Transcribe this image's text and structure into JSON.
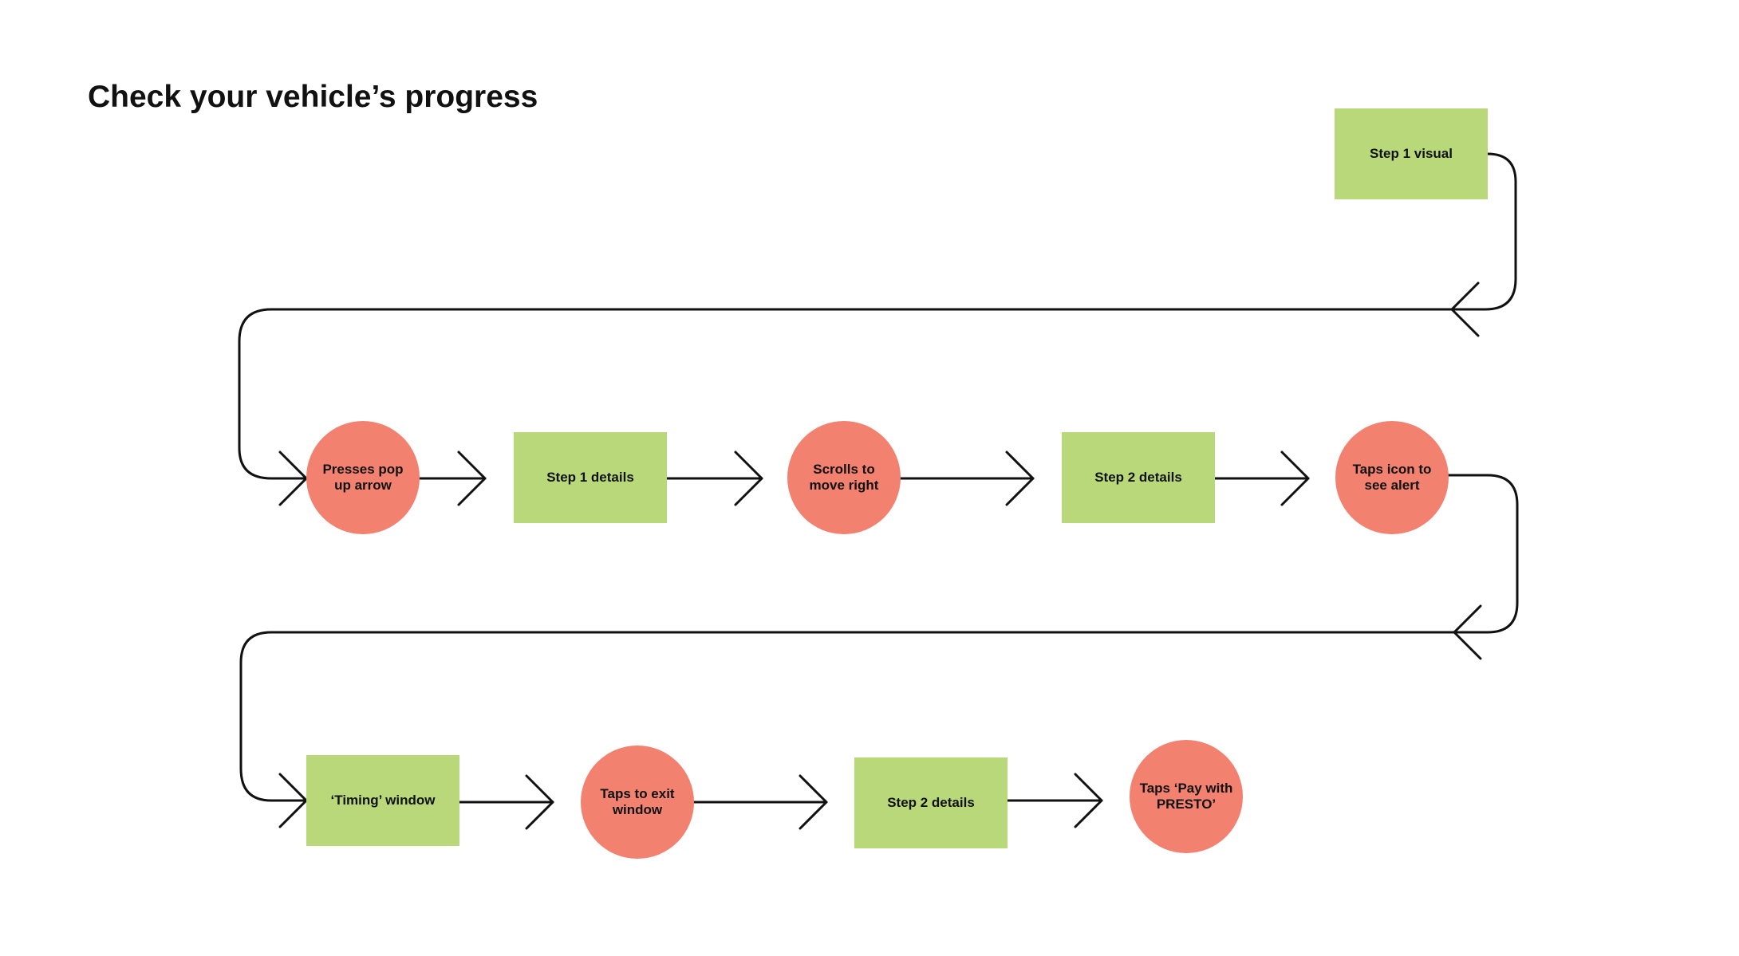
{
  "title": "Check your vehicle’s progress",
  "colors": {
    "screen_fill": "#b9d87a",
    "action_fill": "#f28170",
    "connector": "#111111",
    "background": "#ffffff"
  },
  "nodes": [
    {
      "id": "step1-visual",
      "shape": "rect",
      "label": "Step 1 visual"
    },
    {
      "id": "presses-popup",
      "shape": "circle",
      "label": "Presses pop up arrow"
    },
    {
      "id": "step1-details",
      "shape": "rect",
      "label": "Step 1 details"
    },
    {
      "id": "scrolls-right",
      "shape": "circle",
      "label": "Scrolls to move right"
    },
    {
      "id": "step2-details-a",
      "shape": "rect",
      "label": "Step 2 details"
    },
    {
      "id": "taps-icon-alert",
      "shape": "circle",
      "label": "Taps icon to see alert"
    },
    {
      "id": "timing-window",
      "shape": "rect",
      "label": "‘Timing’ window"
    },
    {
      "id": "taps-exit",
      "shape": "circle",
      "label": "Taps to exit window"
    },
    {
      "id": "step2-details-b",
      "shape": "rect",
      "label": "Step 2 details"
    },
    {
      "id": "taps-pay-presto",
      "shape": "circle",
      "label": "Taps ‘Pay with PRESTO’"
    }
  ],
  "edges": [
    [
      "step1-visual",
      "presses-popup"
    ],
    [
      "presses-popup",
      "step1-details"
    ],
    [
      "step1-details",
      "scrolls-right"
    ],
    [
      "scrolls-right",
      "step2-details-a"
    ],
    [
      "step2-details-a",
      "taps-icon-alert"
    ],
    [
      "taps-icon-alert",
      "timing-window"
    ],
    [
      "timing-window",
      "taps-exit"
    ],
    [
      "taps-exit",
      "step2-details-b"
    ],
    [
      "step2-details-b",
      "taps-pay-presto"
    ]
  ]
}
